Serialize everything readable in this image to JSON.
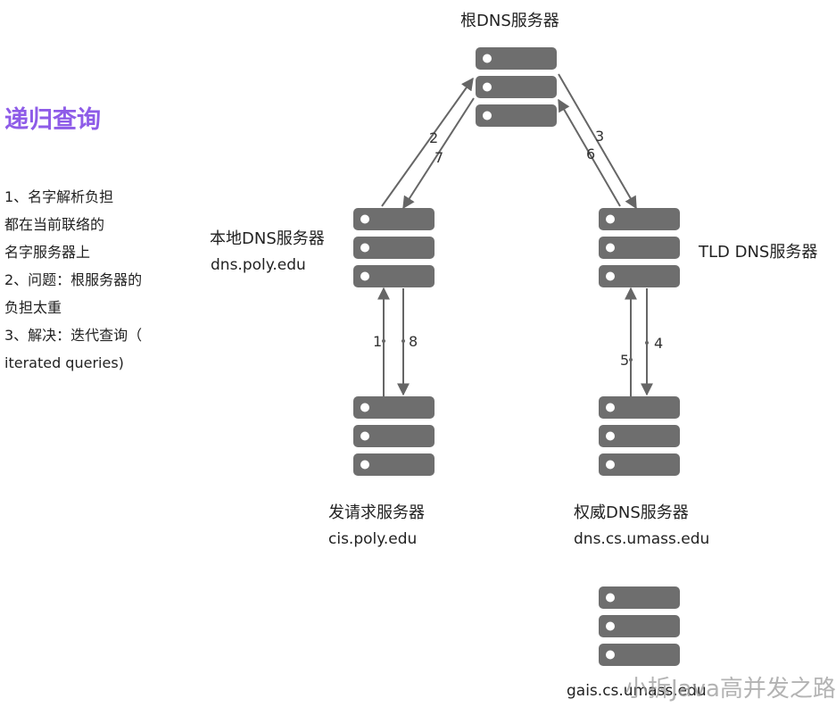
{
  "title": "递归查询",
  "notes": {
    "item1_lines": [
      "1、名字解析负担",
      "都在当前联络的",
      "名字服务器上"
    ],
    "item2_lines": [
      "2、问题：根服务器的",
      "负担太重"
    ],
    "item3_lines": [
      "3、解决：迭代查询（",
      "iterated queries)"
    ]
  },
  "servers": {
    "root": {
      "label": "根DNS服务器"
    },
    "local": {
      "label": "本地DNS服务器",
      "host": "dns.poly.edu"
    },
    "tld": {
      "label": "TLD DNS服务器"
    },
    "requesting": {
      "label": "发请求服务器",
      "host": "cis.poly.edu"
    },
    "authoritative": {
      "label": "权威DNS服务器",
      "host": "dns.cs.umass.edu"
    },
    "target": {
      "host": "gais.cs.umass.edu"
    }
  },
  "steps": [
    "1",
    "2",
    "3",
    "4",
    "5",
    "6",
    "7",
    "8"
  ],
  "watermark": "小拆Java高并发之路",
  "colors": {
    "title": "#8e5ce8",
    "server": "#6e6e6e",
    "arrow": "#666666"
  }
}
